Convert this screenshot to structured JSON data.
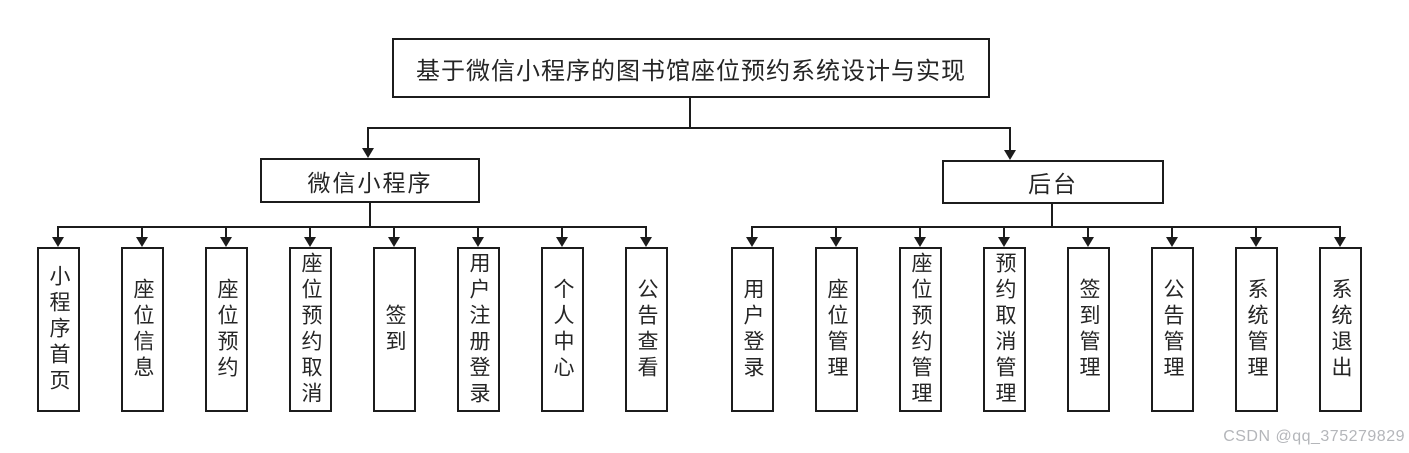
{
  "diagram": {
    "root": {
      "label": "基于微信小程序的图书馆座位预约系统设计与实现"
    },
    "branches": [
      {
        "label": "微信小程序",
        "children": [
          "小程序首页",
          "座位信息",
          "座位预约",
          "座位预约取消",
          "签到",
          "用户注册登录",
          "个人中心",
          "公告查看"
        ]
      },
      {
        "label": "后台",
        "children": [
          "用户登录",
          "座位管理",
          "座位预约管理",
          "预约取消管理",
          "签到管理",
          "公告管理",
          "系统管理",
          "系统退出"
        ]
      }
    ]
  },
  "watermark": {
    "text": "CSDN @qq_375279829"
  },
  "colors": {
    "line": "#1c1c1c",
    "text": "#252525",
    "background": "#ffffff",
    "watermark": "#b4b6ba"
  }
}
